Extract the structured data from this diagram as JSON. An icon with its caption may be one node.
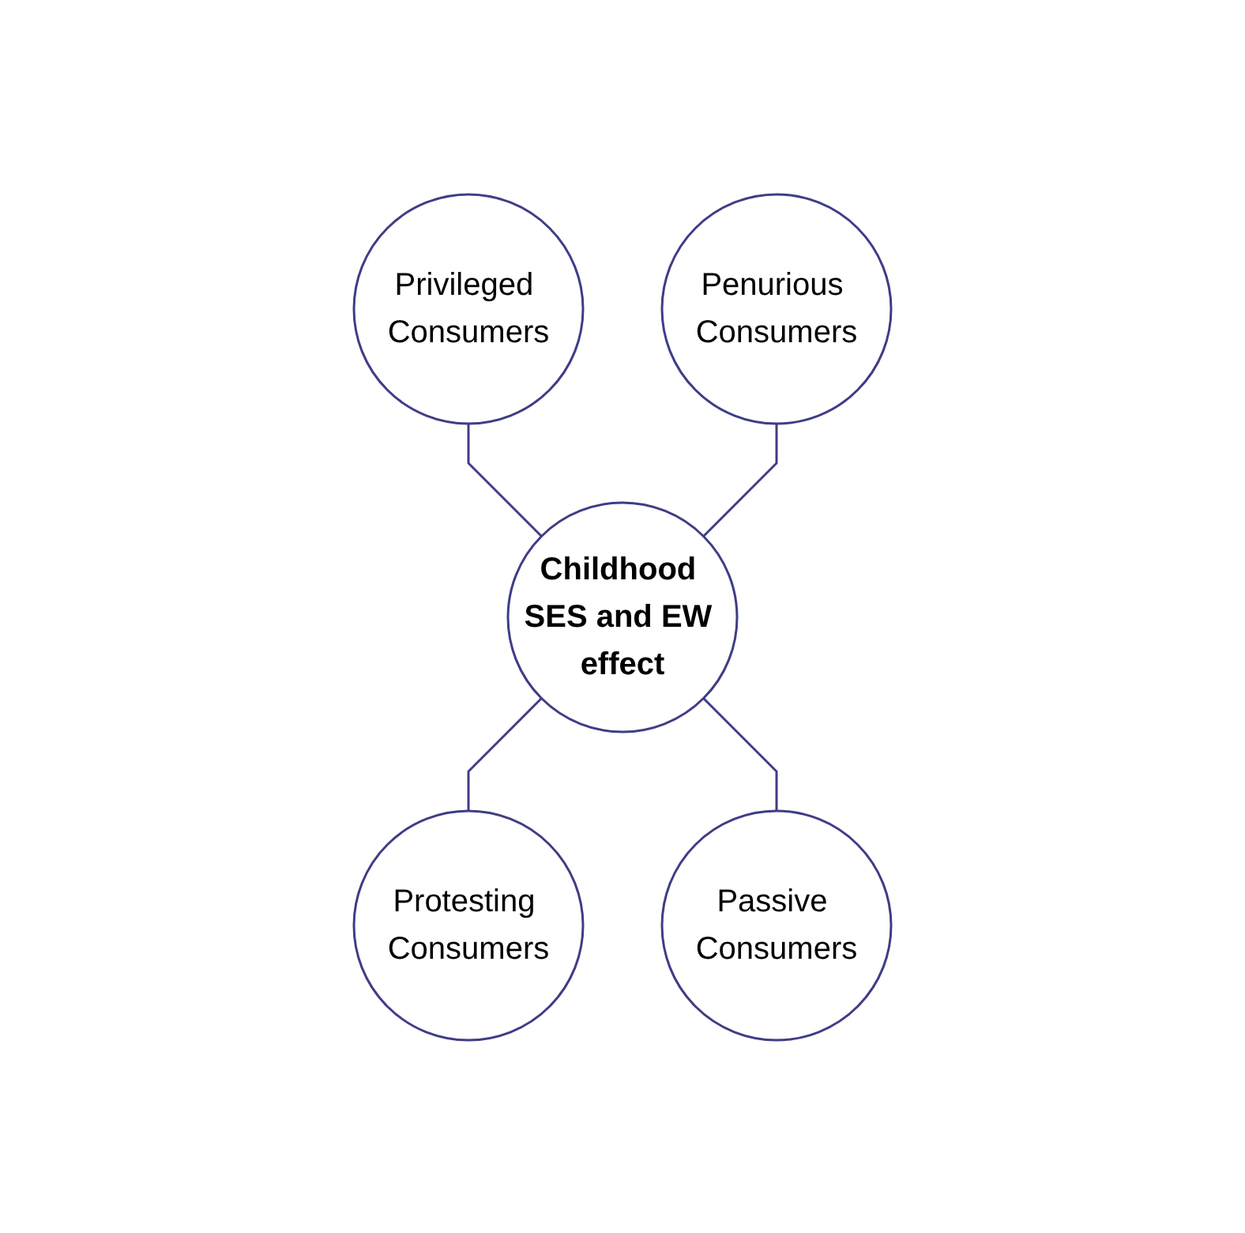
{
  "diagram": {
    "nodes": [
      {
        "text": [
          "Privileged Consumers"
        ]
      },
      {
        "text": [
          "Penurious Consumers"
        ]
      },
      {
        "text": [
          "Childhood SES and EW effect"
        ]
      },
      {
        "text": [
          "Protesting Consumers"
        ]
      },
      {
        "text": [
          "Passive Consumers"
        ]
      }
    ],
    "edges": [
      {
        "from": 0,
        "to": 2,
        "arrow": "none"
      },
      {
        "from": 1,
        "to": 2,
        "arrow": "none"
      },
      {
        "from": 2,
        "to": 3,
        "arrow": "none"
      },
      {
        "from": 2,
        "to": 4,
        "arrow": "none"
      }
    ]
  }
}
